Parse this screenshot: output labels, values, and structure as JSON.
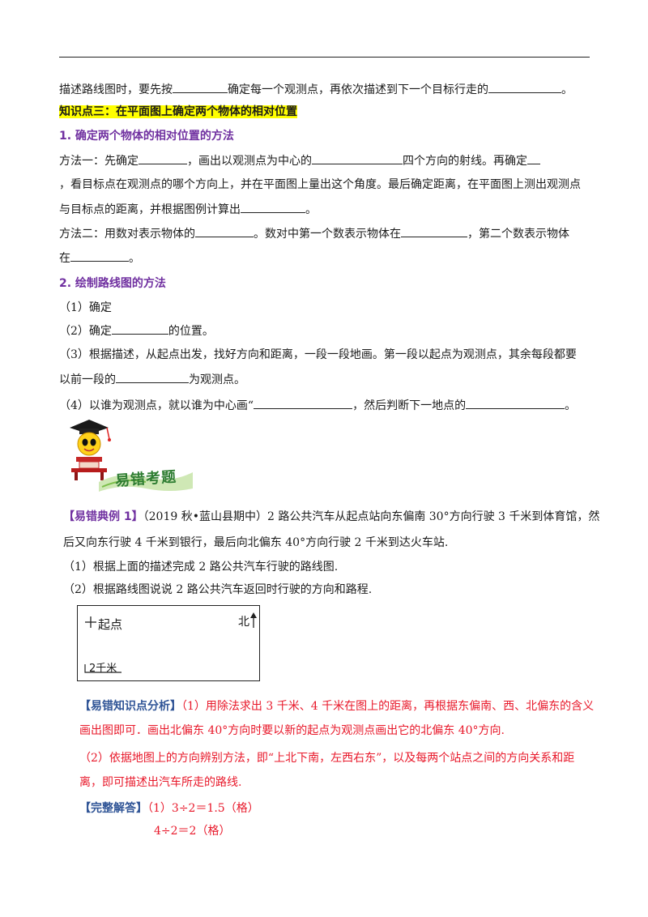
{
  "line_top": "描述路线图时，要先按",
  "line_top_mid": "确定每一个观测点，再依次描述到下一个目标行走的",
  "line_top_end": "。",
  "kp3_title": "知识点三：在平面图上确定两个物体的相对位置",
  "s1_title": "1.  确定两个物体的相对位置的方法",
  "m1_a": "方法一：先确定",
  "m1_b": "，画出以观测点为中心的",
  "m1_c": "四个方向的射线。再确定",
  "m1_d": "，看目标点在观测点的哪个方向上，并在平面图上量出这个角度。最后确定距离，在平面图上测出观测点",
  "m1_e": "与目标点的距离，并根据图例计算出",
  "m1_f": "。",
  "m2_a": "方法二：用数对表示物体的",
  "m2_b": "。数对中第一个数表示物体在",
  "m2_c": "，第二个数表示物体",
  "m2_d": "在",
  "m2_e": "。",
  "s2_title": "2.  绘制路线图的方法",
  "st1": "（1）确定",
  "st2_a": "（2）确定",
  "st2_b": "的位置。",
  "st3_a": "（3）根据描述，从起点出发，找好方向和距离，一段一段地画。第一段以起点为观测点，其余每段都要",
  "st3_b": "以前一段的",
  "st3_c": "为观测点。",
  "st4_a": "（4）以谁为观测点，就以谁为中心画“",
  "st4_b": "，然后判断下一地点的",
  "st4_c": "。",
  "banner_text": "易错考题",
  "ex_tag": "【易错典例 1】",
  "ex_a": "（2019 秋•蓝山县期中）2 路公共汽车从起点站向东偏南 30°方向行驶 3 千米到体育馆，然",
  "ex_b": "后又向东行驶 4 千米到银行，最后向北偏东 40°方向行驶 2 千米到达火车站.",
  "q1": "（1）根据上面的描述完成 2 路公共汽车行驶的路线图.",
  "q2": "（2）根据路线图说说 2 路公共汽车返回时行驶的方向和路程.",
  "map": {
    "start": "起点",
    "north": "北",
    "scale": "2千米"
  },
  "an_tag": "【易错知识点分析】",
  "an_a": "（1）用除法求出 3 千米、4 千米在图上的距离，再根据东偏南、西、北偏东的含义",
  "an_b": "画出图即可．画出北偏东 40°方向时要以新的起点为观测点画出它的北偏东 40°方向.",
  "an_c": "（2）依据地图上的方向辨别方法，即“上北下南，左西右东”，以及每两个站点之间的方向关系和距",
  "an_d": "离，即可描述出汽车所走的路线.",
  "ans_tag": "【完整解答】",
  "ans_1": "（1）3÷2＝1.5（格）",
  "ans_2": "4÷2＝2（格）"
}
